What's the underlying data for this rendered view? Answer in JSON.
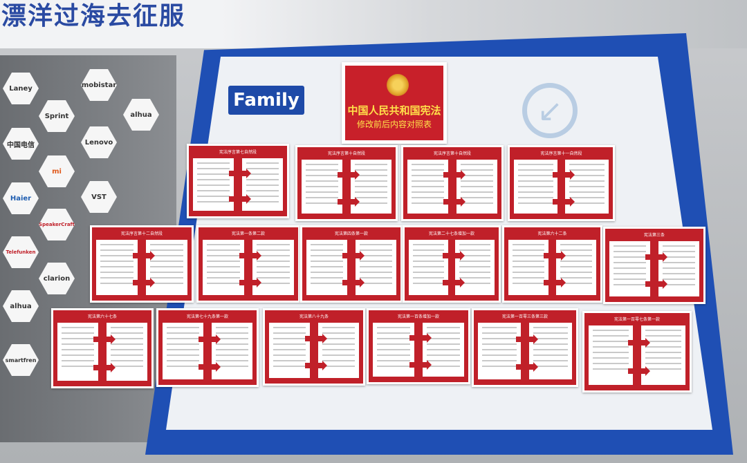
{
  "banner": {
    "slogan": "漂洋过海去征服"
  },
  "brands": [
    "Laney",
    "mobistar",
    "Sprint",
    "alhua",
    "中国电信",
    "Lenovo",
    "mi",
    "Haier",
    "VST",
    "SpeakerCraft",
    "Telefunken",
    "clarion",
    "alhua",
    "smartfren"
  ],
  "family_label": "Family",
  "header": {
    "title": "中国人民共和国宪法",
    "subtitle": "修改前后内容对照表"
  },
  "cards": [
    "宪法序言第七自然段",
    "宪法序言第十自然段",
    "宪法序言第十自然段",
    "宪法序言第十一自然段",
    "宪法序言第十二自然段",
    "宪法第一条第二款",
    "宪法第四条第一款",
    "宪法第二十七条增加一款",
    "宪法第六十二条",
    "宪法第三条",
    "宪法第六十七条",
    "宪法第七十九条第一款",
    "宪法第八十九条",
    "宪法第一百条增加一款",
    "宪法第一百零三条第三款",
    "宪法第一百零七条第一款"
  ],
  "colors": {
    "poster_red": "#c02029",
    "board_blue": "#1f4fb4",
    "title_yellow": "#ffe14a",
    "family_blue": "#1e4aa8"
  }
}
